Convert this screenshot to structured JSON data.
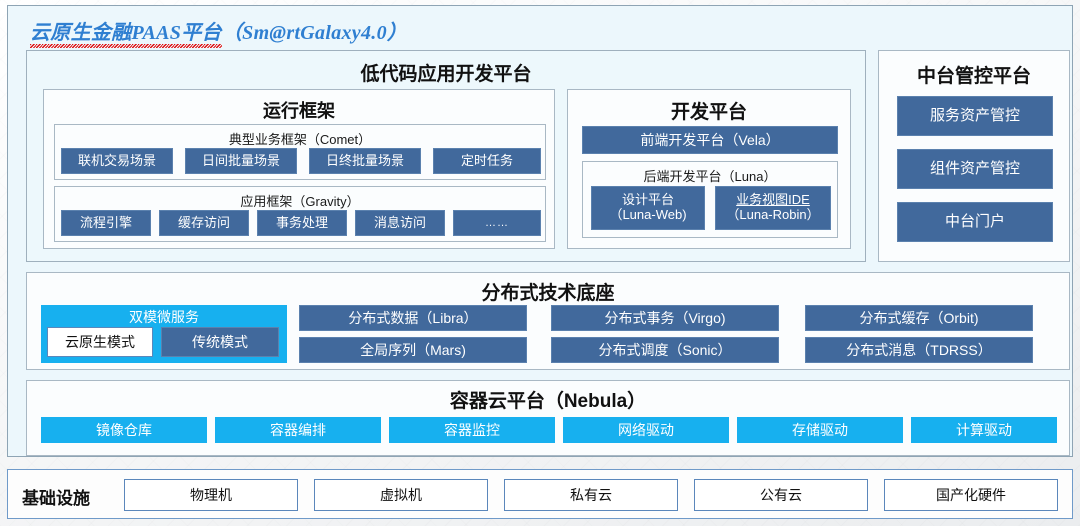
{
  "title": {
    "underlined": "云原生金融PAAS平台",
    "suffix": "（Sm@rtGalaxy4.0）"
  },
  "colors": {
    "accent_blue": "#41699c",
    "accent_cyan": "#17b0ef",
    "panel_bg": "#ecf7fc",
    "title_blue": "#2f7fd1",
    "spellcheck_red": "#e11010",
    "border_gray": "#9fb0bd"
  },
  "lowcode": {
    "heading": "低代码应用开发平台",
    "runtime": {
      "heading": "运行框架",
      "comet": {
        "sub": "典型业务框架（Comet）",
        "items": [
          "联机交易场景",
          "日间批量场景",
          "日终批量场景",
          "定时任务"
        ]
      },
      "gravity": {
        "sub": "应用框架（Gravity）",
        "items": [
          "流程引擎",
          "缓存访问",
          "事务处理",
          "消息访问",
          "……"
        ]
      }
    },
    "devplatform": {
      "heading": "开发平台",
      "frontend": "前端开发平台（Vela）",
      "backend": {
        "sub": "后端开发平台（Luna）",
        "items": [
          {
            "line1": "设计平台",
            "line2": "（Luna-Web)"
          },
          {
            "line1": "业务视图IDE",
            "line2": "（Luna-Robin）"
          }
        ]
      }
    }
  },
  "midcontrol": {
    "heading": "中台管控平台",
    "items": [
      "服务资产管控",
      "组件资产管控",
      "中台门户"
    ]
  },
  "distributed_base": {
    "heading": "分布式技术底座",
    "dualmode": {
      "title": "双模微服务",
      "cloud_native": "云原生模式",
      "traditional": "传统模式"
    },
    "column1": [
      "分布式数据（Libra）",
      "全局序列（Mars)"
    ],
    "column2": [
      "分布式事务（Virgo)",
      "分布式调度（Sonic）"
    ],
    "column3": [
      "分布式缓存（Orbit)",
      "分布式消息（TDRSS）"
    ]
  },
  "container_cloud": {
    "heading": "容器云平台（Nebula）",
    "items": [
      "镜像仓库",
      "容器编排",
      "容器监控",
      "网络驱动",
      "存储驱动",
      "计算驱动"
    ]
  },
  "infrastructure": {
    "label": "基础设施",
    "items": [
      "物理机",
      "虚拟机",
      "私有云",
      "公有云",
      "国产化硬件"
    ]
  }
}
